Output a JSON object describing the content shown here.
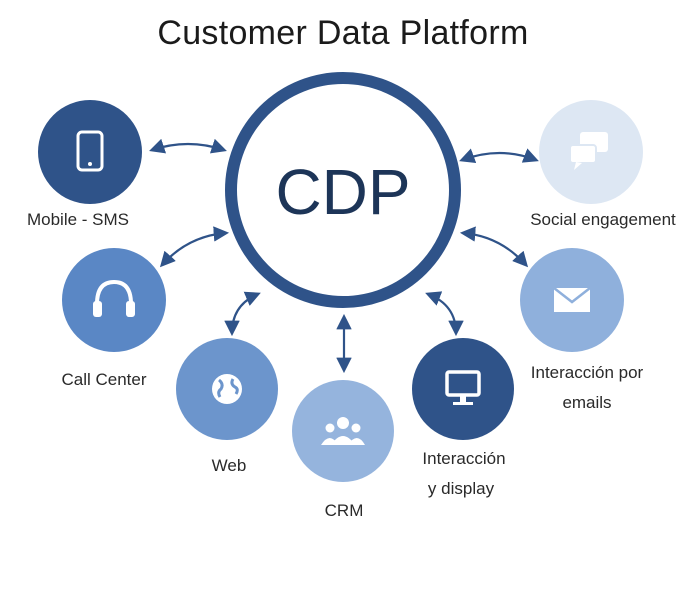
{
  "title": "Customer Data Platform",
  "center": {
    "label": "CDP",
    "color": "#2f5389"
  },
  "nodes": [
    {
      "label": "Mobile - SMS",
      "icon": "mobile-phone-icon",
      "color": "#2f5389"
    },
    {
      "label": "Call Center",
      "icon": "headphones-icon",
      "color": "#5a87c5"
    },
    {
      "label": "Web",
      "icon": "globe-icon",
      "color": "#6c95cc"
    },
    {
      "label": "CRM",
      "icon": "users-icon",
      "color": "#95b4dd"
    },
    {
      "label_line1": "Interacción",
      "label_line2": "y display",
      "icon": "monitor-icon",
      "color": "#2f5389"
    },
    {
      "label_line1": "Interacción por",
      "label_line2": "emails",
      "icon": "envelope-icon",
      "color": "#8fb0dc"
    },
    {
      "label": "Social engagement",
      "icon": "chat-bubbles-icon",
      "color": "#dde7f3"
    }
  ],
  "arrow_color": "#2f5389"
}
